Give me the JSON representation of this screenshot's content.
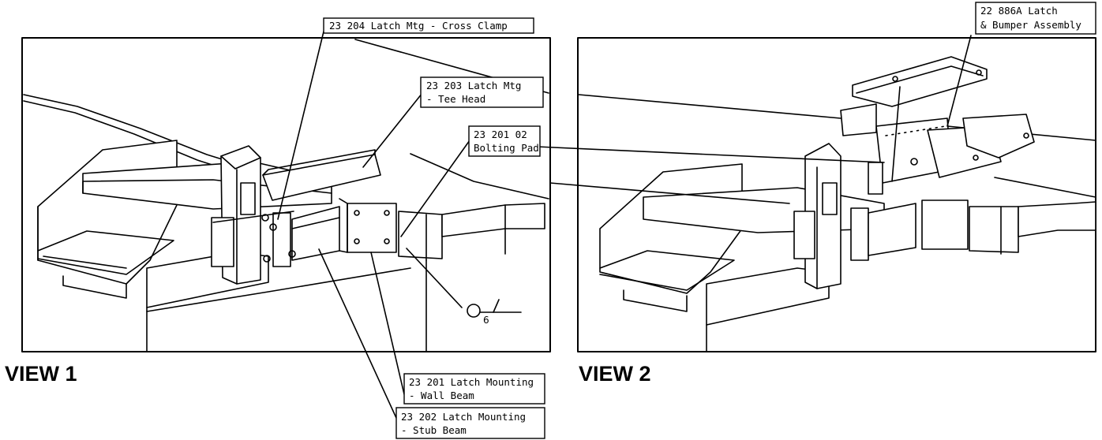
{
  "views": [
    {
      "title": "VIEW 1"
    },
    {
      "title": "VIEW 2"
    }
  ],
  "callouts": [
    {
      "lines": [
        "23 204  Latch Mtg - Cross Clamp"
      ]
    },
    {
      "lines": [
        "23 203  Latch Mtg",
        "- Tee Head"
      ]
    },
    {
      "lines": [
        "23 201  02",
        "Bolting Pad"
      ]
    },
    {
      "lines": [
        "23 201 Latch Mounting",
        "- Wall Beam"
      ]
    },
    {
      "lines": [
        "23 202  Latch Mounting",
        "- Stub Beam"
      ]
    },
    {
      "lines": [
        "22 886A  Latch",
        "& Bumper Assembly"
      ]
    }
  ],
  "weld_symbol": {
    "size": "6"
  },
  "colors": {
    "ink": "#000000",
    "paper": "#ffffff"
  }
}
